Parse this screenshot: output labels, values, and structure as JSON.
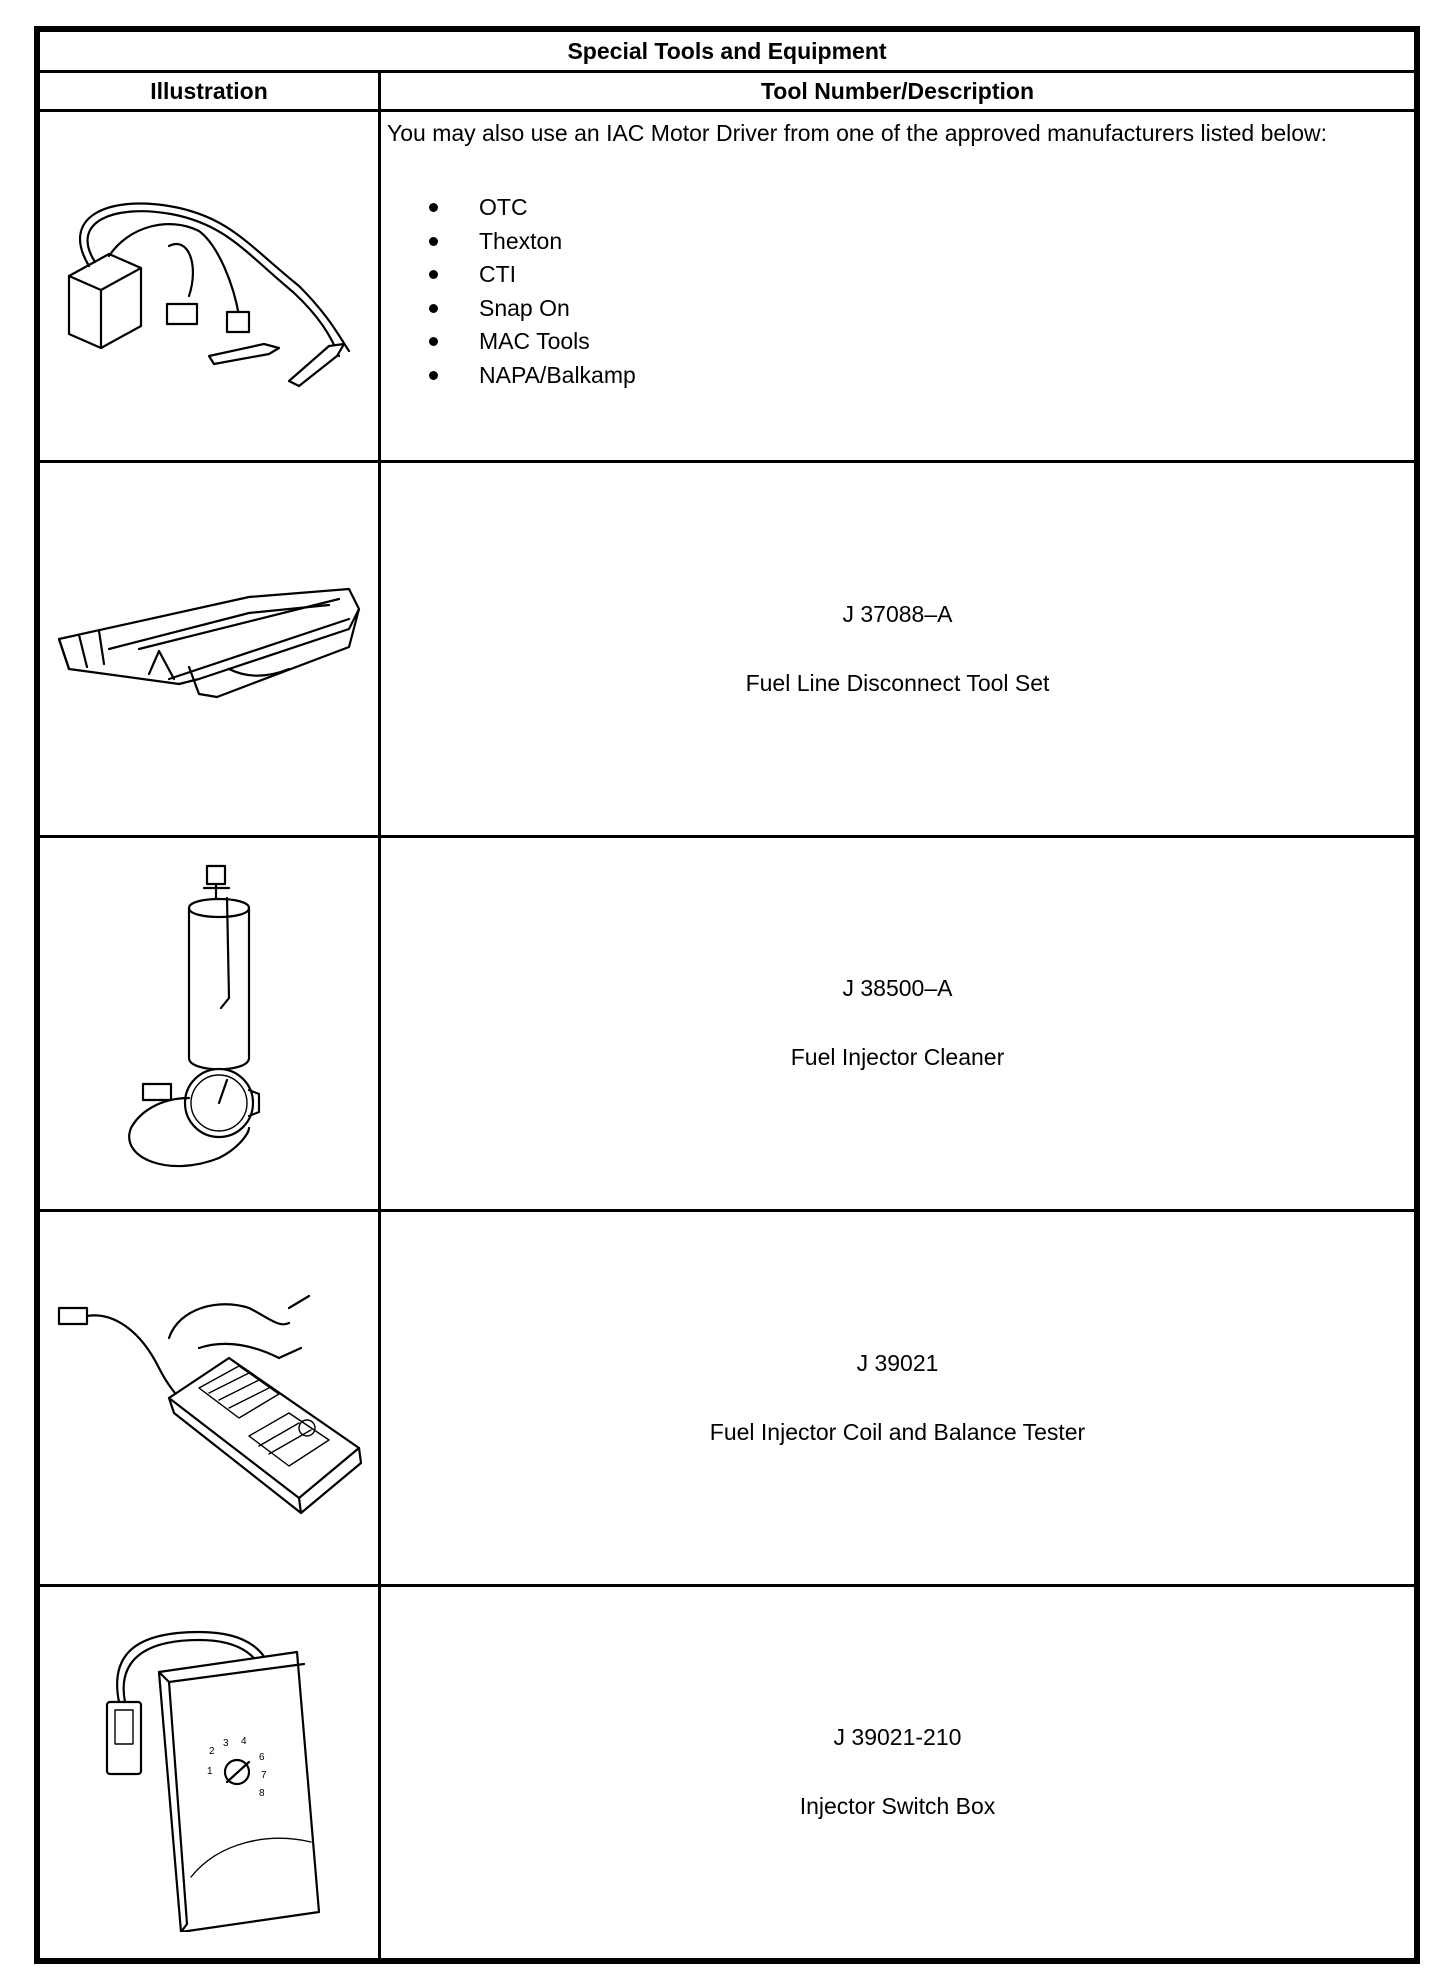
{
  "table": {
    "title": "Special Tools and Equipment",
    "headers": {
      "illustration": "Illustration",
      "description": "Tool Number/Description"
    },
    "rows": [
      {
        "illustration_icon": "iac-motor-driver-icon",
        "intro": "You may also use an IAC Motor Driver from one of the approved manufacturers listed below:",
        "manufacturers": [
          "OTC",
          "Thexton",
          "CTI",
          "Snap On",
          "MAC Tools",
          "NAPA/Balkamp"
        ]
      },
      {
        "illustration_icon": "fuel-line-disconnect-tool-icon",
        "tool_number": "J 37088–A",
        "description": "Fuel Line Disconnect Tool Set"
      },
      {
        "illustration_icon": "fuel-injector-cleaner-icon",
        "tool_number": "J 38500–A",
        "description": "Fuel Injector Cleaner"
      },
      {
        "illustration_icon": "balance-tester-icon",
        "tool_number": "J 39021",
        "description": "Fuel Injector Coil and Balance Tester"
      },
      {
        "illustration_icon": "injector-switch-box-icon",
        "tool_number": "J 39021-210",
        "description": "Injector Switch Box"
      }
    ]
  }
}
